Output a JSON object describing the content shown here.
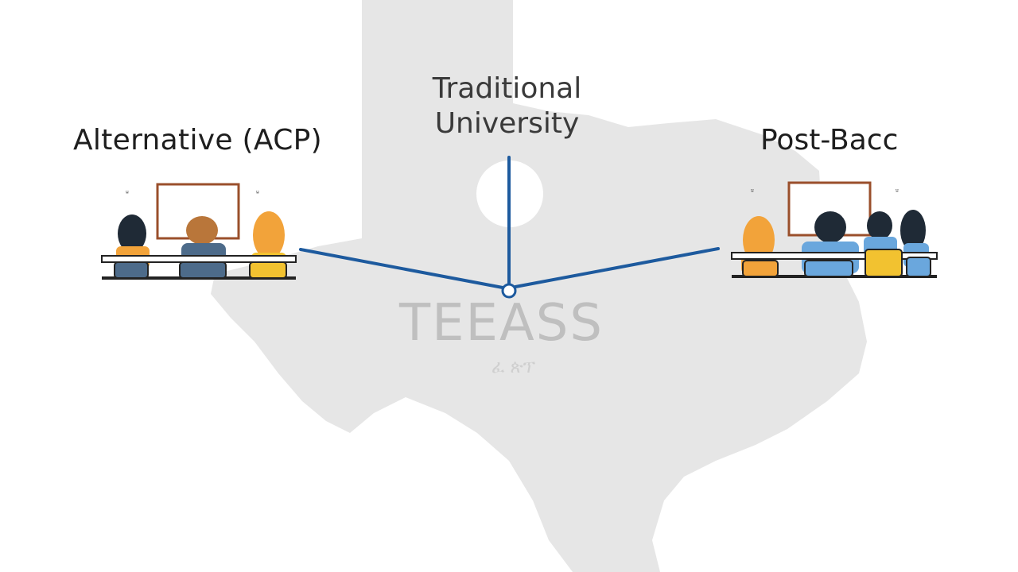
{
  "diagram": {
    "pathways": {
      "left": "Alternative (ACP)",
      "center_line1": "Traditional",
      "center_line2": "University",
      "right": "Post-Bacc"
    },
    "map_text": "TEEASS",
    "map_subtext": "ፈ ጵፕ",
    "colors": {
      "map": "#e6e6e6",
      "connector": "#1d5a9e",
      "skin_orange": "#f2a33a",
      "shirt_blue": "#6aa7dd",
      "chair_yellow": "#f2c230",
      "hair_dark": "#1f2a36",
      "hair_brown": "#b9763a",
      "board_frame": "#9a4f2b"
    }
  }
}
